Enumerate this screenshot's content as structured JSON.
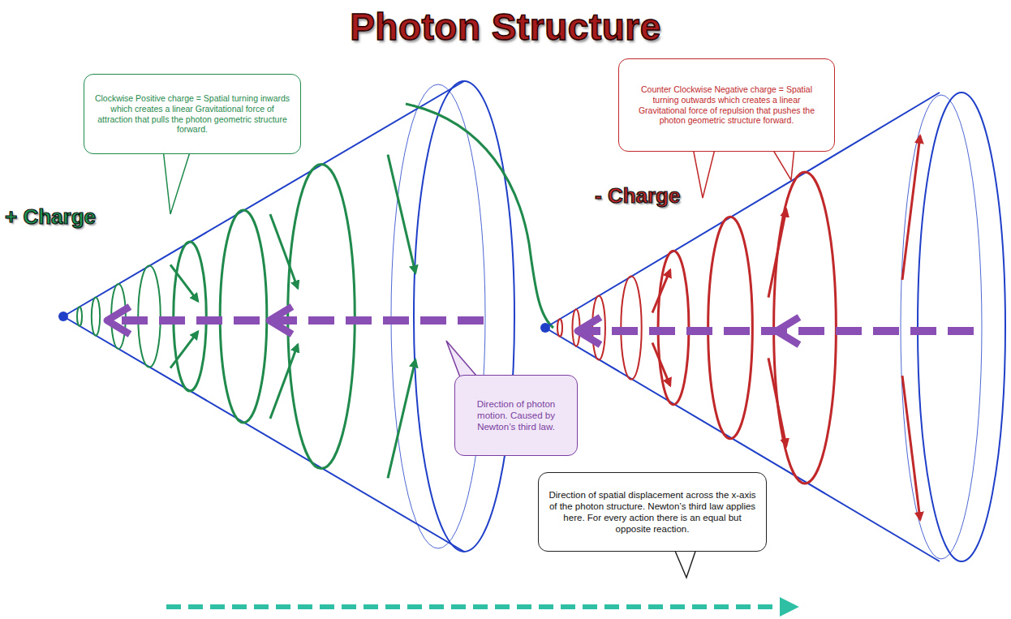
{
  "diagram": {
    "title": "Photon Structure",
    "nodes": [
      {
        "text": [
          "Clockwise Positive charge = Spatial turning inwards which creates a linear Gravitational force of attraction that pulls the photon geometric structure forward."
        ]
      },
      {
        "text": [
          "Counter Clockwise Negative charge = Spatial turning outwards which creates a linear Gravitational force of repulsion that pushes the photon geometric structure forward."
        ]
      },
      {
        "text": [
          "Direction of photon motion. Caused by Newton’s third law."
        ]
      },
      {
        "text": [
          "Direction of spatial displacement across the x-axis of the photon structure. Newton’s third law applies here. For every action there is an equal but opposite reaction."
        ]
      }
    ],
    "labels": [
      "+ Charge",
      "- Charge"
    ]
  }
}
